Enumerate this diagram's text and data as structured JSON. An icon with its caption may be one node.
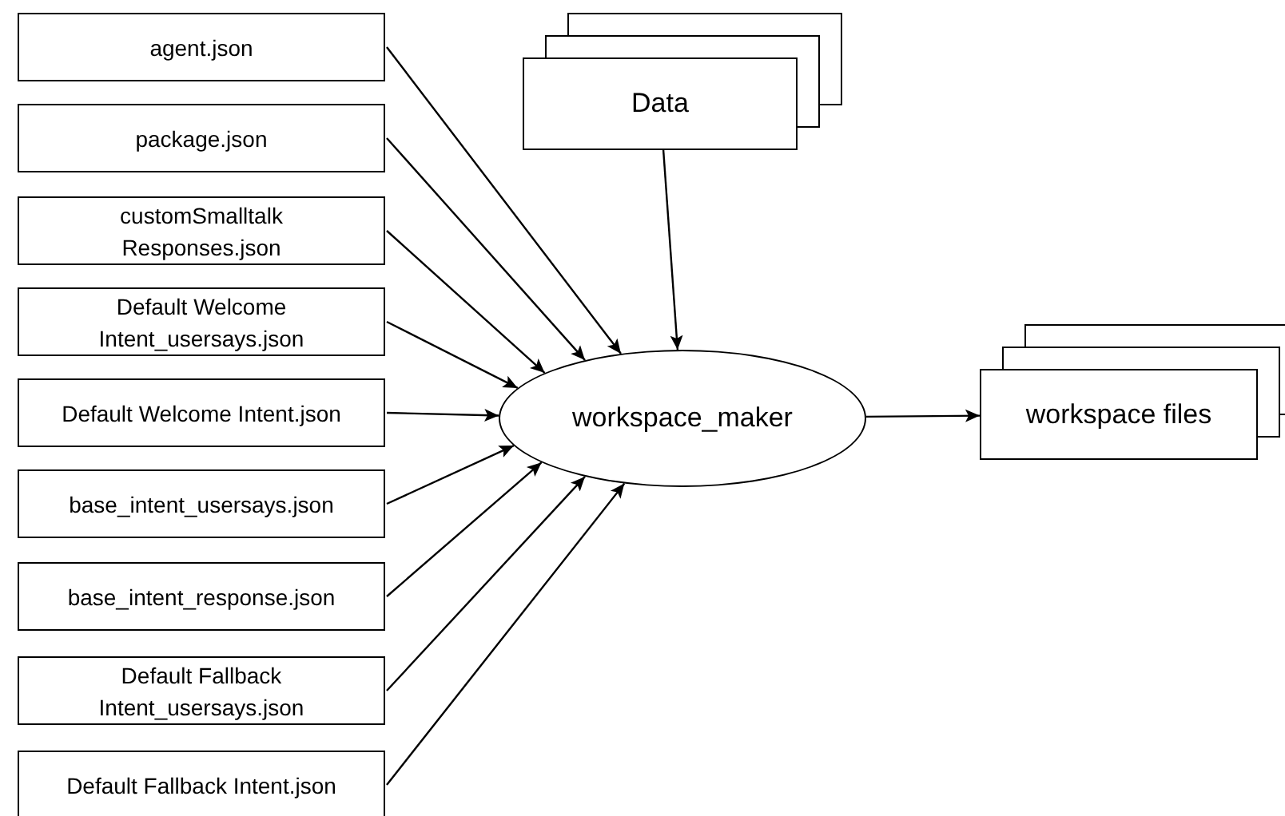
{
  "diagram": {
    "nodes": [
      {
        "text": [
          "agent.json"
        ]
      },
      {
        "text": [
          "package.json"
        ]
      },
      {
        "text": [
          "customSmalltalk Responses.json"
        ]
      },
      {
        "text": [
          "Default Welcome Intent_usersays.json"
        ]
      },
      {
        "text": [
          "Default Welcome Intent.json"
        ]
      },
      {
        "text": [
          "base_intent_usersays.json"
        ]
      },
      {
        "text": [
          "base_intent_response.json"
        ]
      },
      {
        "text": [
          "Default Fallback Intent_usersays.json"
        ]
      },
      {
        "text": [
          "Default Fallback Intent.json"
        ]
      },
      {
        "text": [
          "Data"
        ]
      },
      {
        "text": [
          "workspace_maker"
        ]
      },
      {
        "text": [
          "workspace files"
        ]
      }
    ],
    "edges": [
      {
        "from": 0,
        "to": 10,
        "arrow": "to"
      },
      {
        "from": 1,
        "to": 10,
        "arrow": "to"
      },
      {
        "from": 2,
        "to": 10,
        "arrow": "to"
      },
      {
        "from": 3,
        "to": 10,
        "arrow": "to"
      },
      {
        "from": 4,
        "to": 10,
        "arrow": "to"
      },
      {
        "from": 5,
        "to": 10,
        "arrow": "to"
      },
      {
        "from": 6,
        "to": 10,
        "arrow": "to"
      },
      {
        "from": 7,
        "to": 10,
        "arrow": "to"
      },
      {
        "from": 8,
        "to": 10,
        "arrow": "to"
      },
      {
        "from": 9,
        "to": 10,
        "arrow": "to"
      },
      {
        "from": 10,
        "to": 11,
        "arrow": "to"
      }
    ]
  }
}
